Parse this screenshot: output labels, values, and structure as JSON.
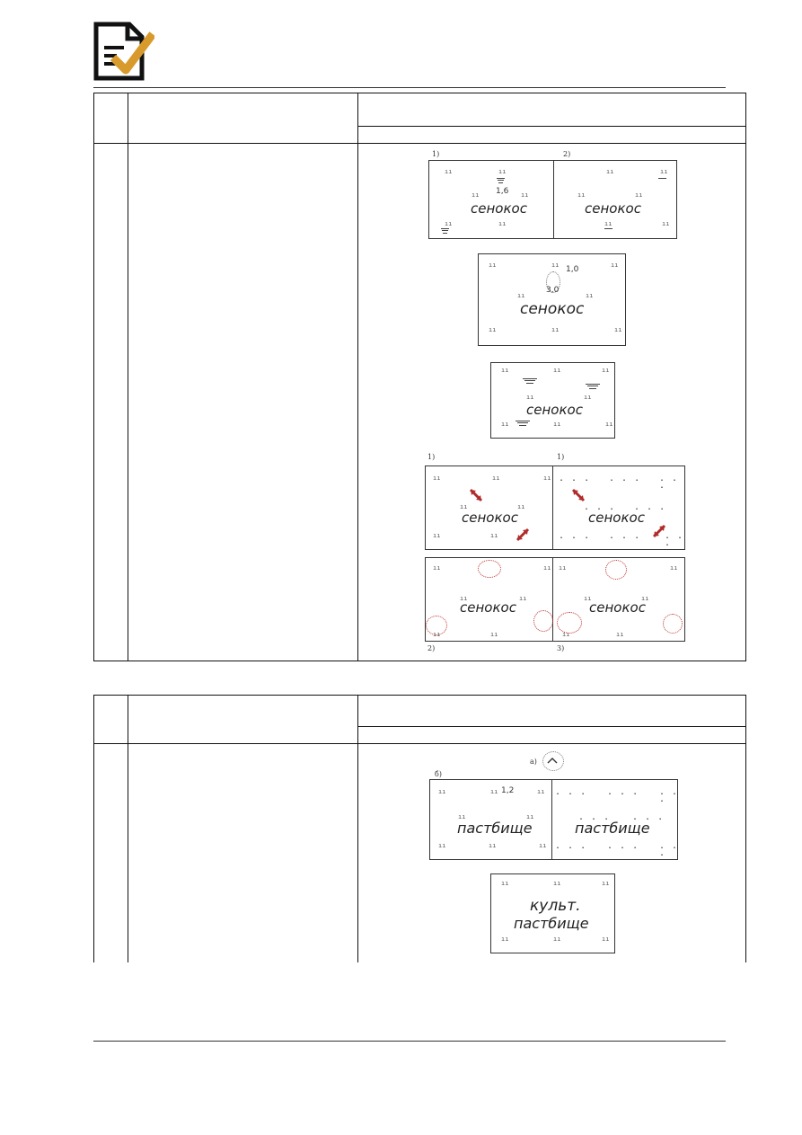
{
  "header": {
    "logo_icon": "document-checkmark-icon",
    "accent": "#d89a2b"
  },
  "table1": {
    "schemes": [
      {
        "left_label": "1)",
        "right_label": "2)",
        "left_text": "сенокос",
        "right_text": "сенокос",
        "measure": "1,6"
      },
      {
        "text": "сенокос",
        "measure_a": "1,0",
        "measure_b": "3,0"
      },
      {
        "text": "сенокос"
      },
      {
        "top_left_label": "1)",
        "top_right_label": "1)",
        "bottom_left_label": "2)",
        "bottom_right_label": "3)",
        "texts": [
          "сенокос",
          "сенокос",
          "сенокос",
          "сенокос"
        ]
      }
    ]
  },
  "table2": {
    "schemes": [
      {
        "top_label": "а)",
        "left_label": "б)",
        "left_text": "пастбище",
        "right_text": "пастбище",
        "measure": "1,2"
      },
      {
        "line1": "культ.",
        "line2": "пастбище"
      }
    ]
  }
}
